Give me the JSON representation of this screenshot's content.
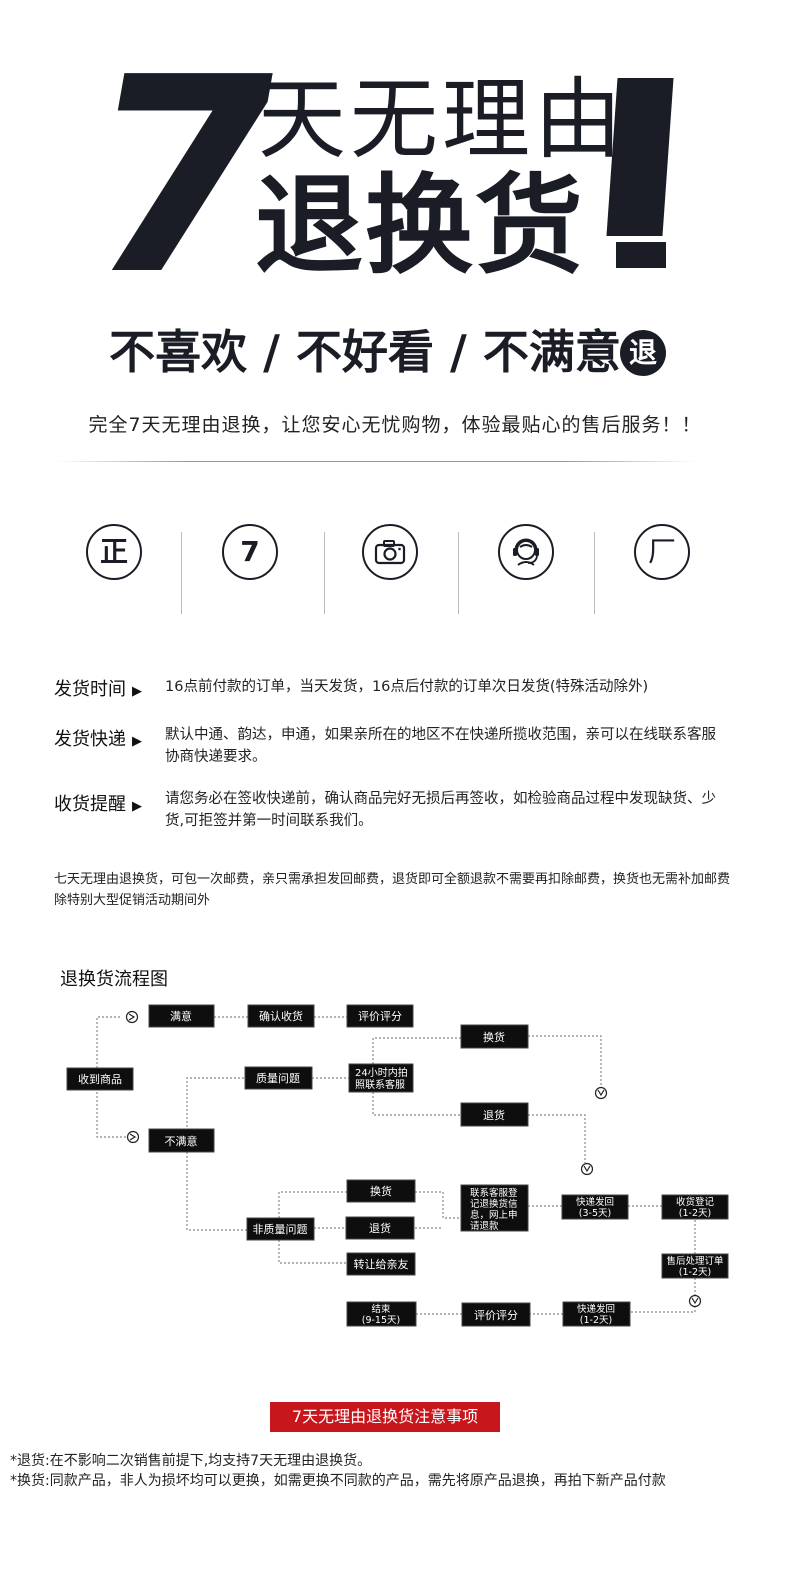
{
  "hero": {
    "seven": "7",
    "line1": "天无理由",
    "line2": "退换货",
    "slogan": "不喜欢 / 不好看 / 不满意",
    "badge": "退",
    "subtitle": "完全7天无理由退换，让您安心无忧购物，体验最贴心的售后服务！！"
  },
  "icons": [
    {
      "glyph": "正",
      "icon": "genuine-icon"
    },
    {
      "glyph": "7",
      "icon": "seven-day-icon"
    },
    {
      "glyph": "",
      "icon": "camera-icon"
    },
    {
      "glyph": "",
      "icon": "support-headset-icon"
    },
    {
      "glyph": "厂",
      "icon": "factory-icon"
    }
  ],
  "info": [
    {
      "label": "发货时间",
      "text": "16点前付款的订单，当天发货，16点后付款的订单次日发货(特殊活动除外)"
    },
    {
      "label": "发货快递",
      "text": "默认中通、韵达，申通，如果亲所在的地区不在快递所揽收范围，亲可以在线联系客服协商快递要求。"
    },
    {
      "label": "收货提醒",
      "text": "请您务必在签收快递前，确认商品完好无损后再签收，如检验商品过程中发现缺货、少货,可拒签并第一时间联系我们。"
    }
  ],
  "info_arrow": "▶",
  "policy": "七天无理由退换货，可包一次邮费，亲只需承担发回邮费，退货即可全额退款不需要再扣除邮费，换货也无需补加邮费除特别大型促销活动期间外",
  "flow": {
    "title": "退换货流程图",
    "nodes": {
      "received": "收到商品",
      "satisfied": "满意",
      "confirm": "确认收货",
      "rate": "评价评分",
      "quality": "质量问题",
      "contact24_1": "24小时内拍",
      "contact24_2": "照联系客服",
      "exchange_top": "换货",
      "return_top": "退货",
      "unsatisfied": "不满意",
      "nonquality": "非质量问题",
      "exchange_mid": "换货",
      "return_mid": "退货",
      "transfer": "转让给亲友",
      "register_1": "联系客服登",
      "register_2": "记退换货信",
      "register_3": "息，网上申",
      "register_4": "请退款",
      "ship_back_1": "快递发回",
      "ship_back_2": "(3-5天)",
      "receipt_1": "收货登记",
      "receipt_2": "(1-2天)",
      "process_1": "售后处理订单",
      "process_2": "(1-2天)",
      "ship_return_1": "快递发回",
      "ship_return_2": "(1-2天)",
      "rate_end": "评价评分",
      "end_1": "结束",
      "end_2": "(9-15天)"
    }
  },
  "notice": {
    "title": "7天无理由退换货注意事项",
    "return_note": "*退货:在不影响二次销售前提下,均支持7天无理由退换货。",
    "exchange_note": "*换货:同款产品，非人为损坏均可以更换，如需更换不同款的产品，需先将原产品退换，再拍下新产品付款"
  },
  "colors": {
    "ink": "#1b1d26",
    "accent": "#c8161d"
  }
}
